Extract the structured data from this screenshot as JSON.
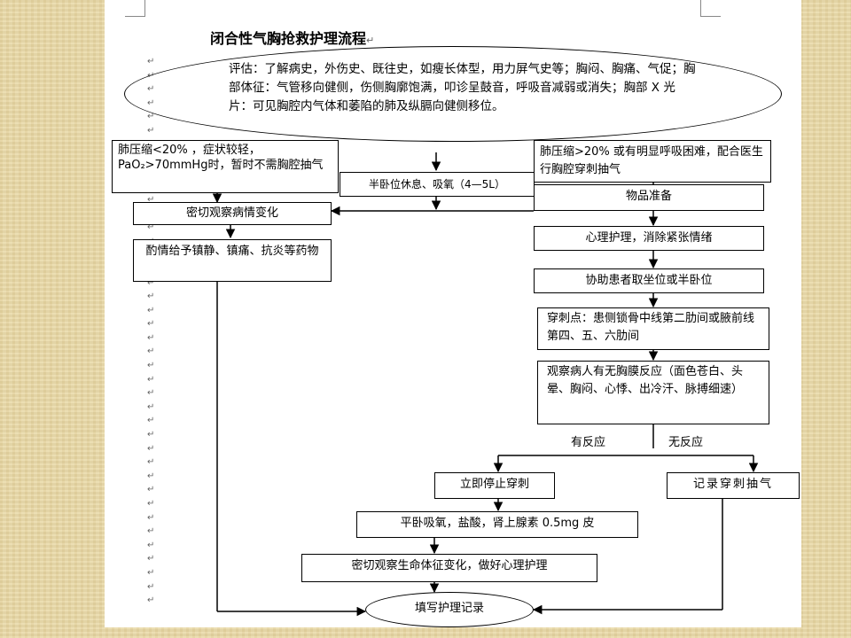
{
  "title": "闭合性气胸抢救护理流程",
  "assessment": "评估：了解病史，外伤史、既往史，如瘦长体型，用力屏气史等；胸闷、胸痛、气促；胸部体征：气管移向健侧，伤侧胸廓饱满，叩诊呈鼓音，呼吸音减弱或消失；胸部 X 光片：可见胸腔内气体和萎陷的肺及纵膈向健侧移位。",
  "left_branch": {
    "condition": "肺压缩<20% ，症状较轻，PaO₂>70mmHg时，暂时不需胸腔抽气",
    "observe": "密切观察病情变化",
    "medication": "酌情给予镇静、镇痛、抗炎等药物"
  },
  "middle_box": "半卧位休息、吸氧（4—5L）",
  "right_branch": {
    "condition": "肺压缩>20% 或有明显呼吸困难，配合医生行胸腔穿刺抽气",
    "prepare": "物品准备",
    "psych": "心理护理，消除紧张情绪",
    "position": "协助患者取坐位或半卧位",
    "puncture": "穿刺点：患侧锁骨中线第二肋间或腋前线第四、五、六肋间",
    "observe_reaction": "观察病人有无胸膜反应（面色苍白、头晕、胸闷、心悸、出冷汗、脉搏细速）"
  },
  "labels": {
    "reaction": "有反应",
    "no_reaction": "无反应"
  },
  "reaction_path": {
    "stop": "立即停止穿刺",
    "treat": "平卧吸氧，盐酸，肾上腺素 0.5mg 皮",
    "monitor": "密切观察生命体征变化，做好心理护理"
  },
  "no_reaction_path": {
    "record_aspiration": "记录穿刺抽气"
  },
  "final": "填写护理记录",
  "colors": {
    "background": "#e9d9a6",
    "page": "#ffffff",
    "line": "#000000"
  }
}
